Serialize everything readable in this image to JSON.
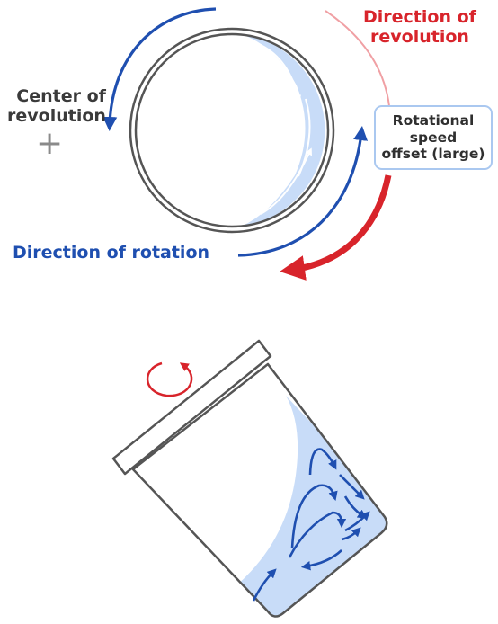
{
  "labels": {
    "center_of_revolution": [
      "Center of",
      "revolution"
    ],
    "direction_of_revolution": [
      "Direction of",
      "revolution"
    ],
    "rotational_speed_offset": [
      "Rotational",
      "speed",
      "offset (large)"
    ],
    "direction_of_rotation": "Direction of rotation"
  },
  "colors": {
    "revolution_red": "#d8242b",
    "rotation_blue": "#1f4fb0",
    "liquid_light_blue": "#c8dcf8",
    "container_outline": "#555555",
    "label_dark": "#3a3a3a",
    "box_border": "#aac8f0"
  },
  "icons": {
    "center_marker": "plus-icon",
    "spin_indicator": "circular-arrow-icon",
    "flow_arrows": "flow-arrow-icon"
  }
}
